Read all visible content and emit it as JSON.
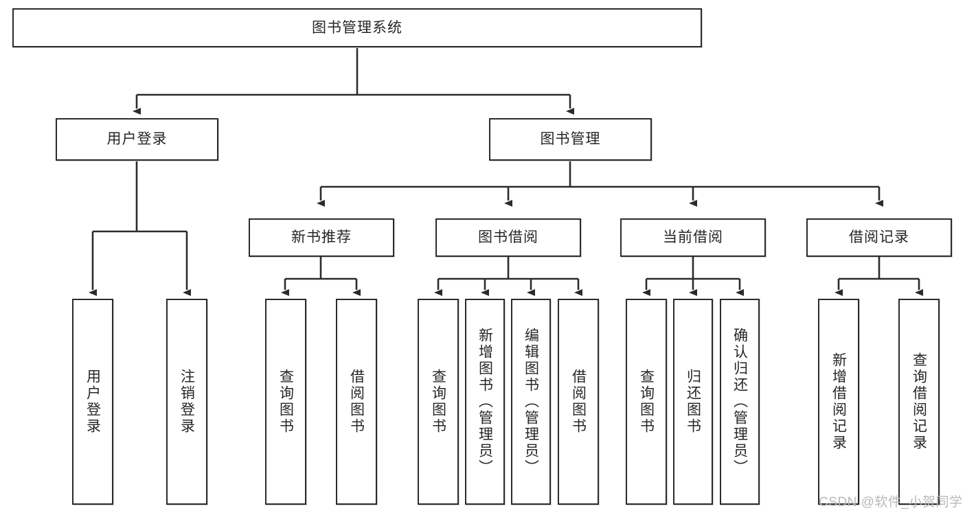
{
  "diagram": {
    "type": "hierarchy-tree",
    "title": "图书管理系统",
    "root": {
      "label": "图书管理系统"
    },
    "level2": [
      {
        "label": "用户登录"
      },
      {
        "label": "图书管理"
      }
    ],
    "level3": [
      {
        "label": "新书推荐"
      },
      {
        "label": "图书借阅"
      },
      {
        "label": "当前借阅"
      },
      {
        "label": "借阅记录"
      }
    ],
    "leaves": {
      "user_login": [
        {
          "label": "用户登录"
        },
        {
          "label": "注销登录"
        }
      ],
      "new_book": [
        {
          "label": "查询图书"
        },
        {
          "label": "借阅图书"
        }
      ],
      "book_borrow": [
        {
          "label": "查询图书"
        },
        {
          "label": "新增图书（管理员）"
        },
        {
          "label": "编辑图书（管理员）"
        },
        {
          "label": "借阅图书"
        }
      ],
      "current_borrow": [
        {
          "label": "查询图书"
        },
        {
          "label": "归还图书"
        },
        {
          "label": "确认归还（管理员）"
        }
      ],
      "borrow_record": [
        {
          "label": "新增借阅记录"
        },
        {
          "label": "查询借阅记录"
        }
      ]
    }
  },
  "watermark": {
    "text": "CSDN @软件_小贺同学"
  },
  "colors": {
    "border": "#2b2b2b",
    "text": "#262626",
    "background": "#ffffff",
    "watermark": "#b9b9b9"
  }
}
